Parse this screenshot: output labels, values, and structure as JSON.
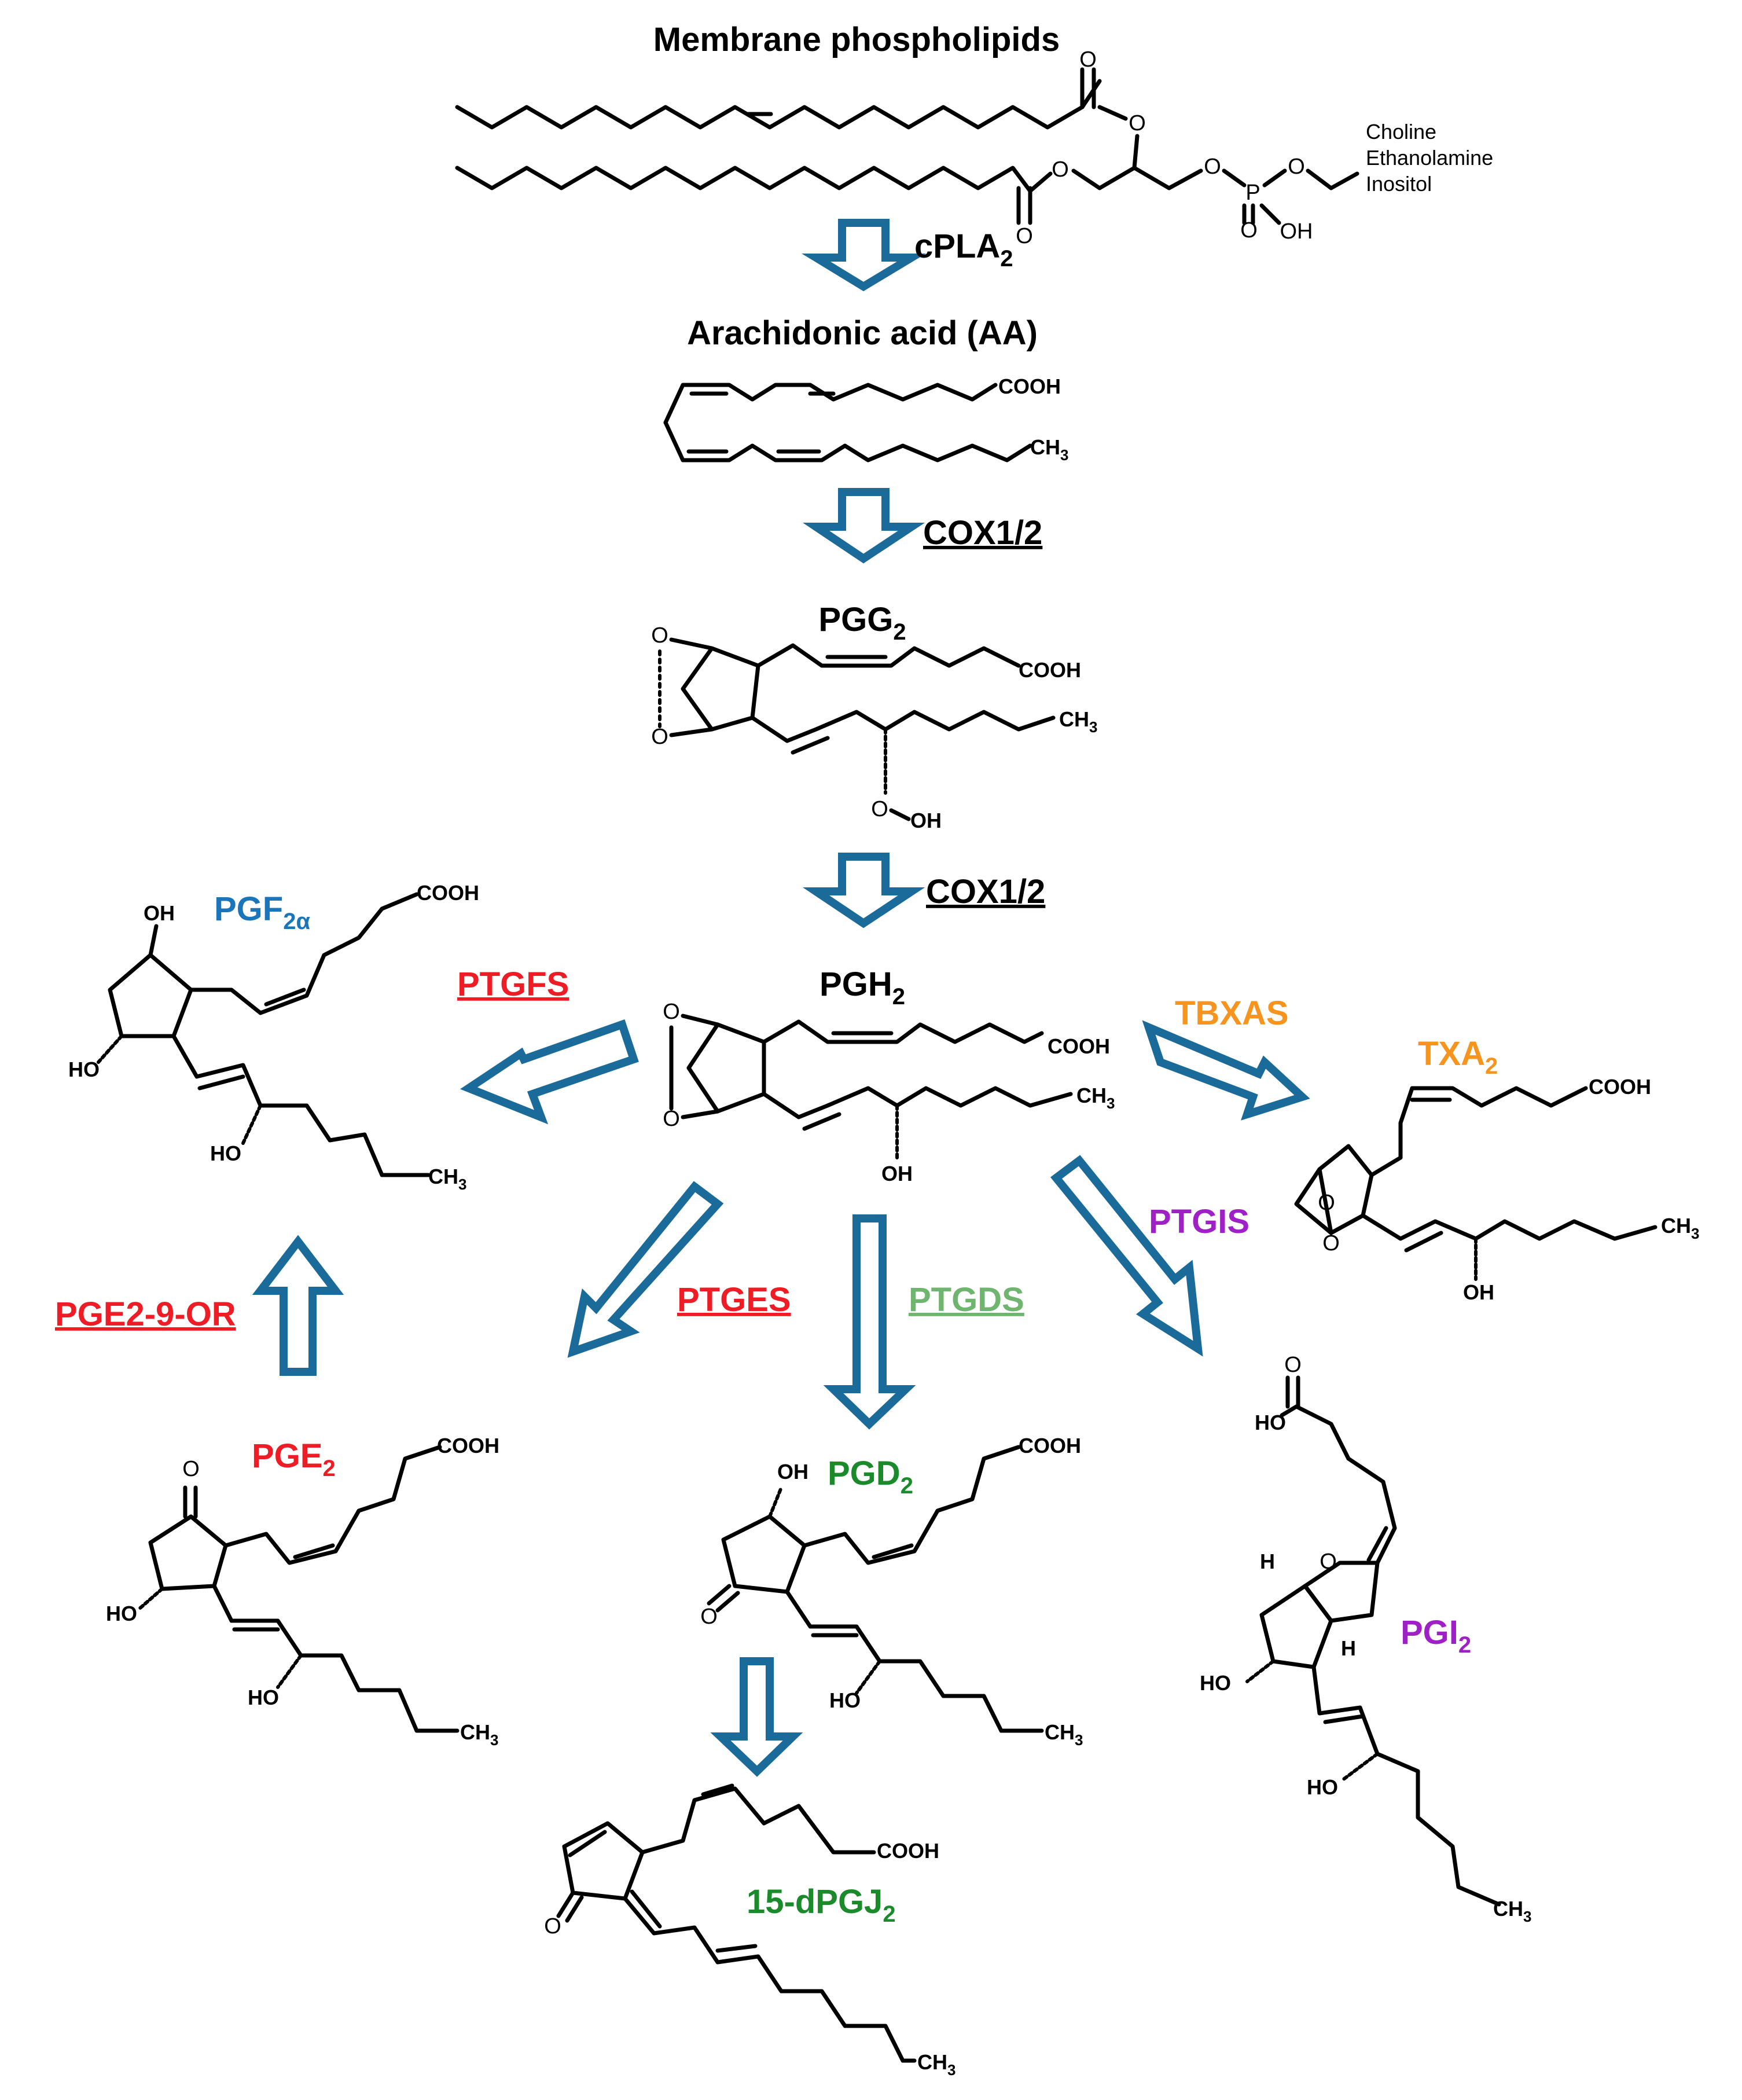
{
  "colors": {
    "arrow": "#1a6b99",
    "blue_label": "#1b75bb",
    "red_label": "#ee1c25",
    "orange_label": "#f7941d",
    "purple_label": "#a020c8",
    "green_label": "#1a8a2a",
    "lightgreen_label": "#6fb56f",
    "black": "#000000"
  },
  "compounds": {
    "membrane": "Membrane phospholipids",
    "aa": "Arachidonic acid (AA)",
    "pgg2": "PGG",
    "pgh2": "PGH",
    "pgf2a": "PGF",
    "txa2": "TXA",
    "pge2": "PGE",
    "pgd2": "PGD",
    "pgi2": "PGI",
    "dpgj2": "15-dPGJ",
    "sub2": "2",
    "sub2a": "2α"
  },
  "enzymes": {
    "cpla2": "cPLA",
    "cox_1": "COX1/2",
    "cox_2": "COX1/2",
    "ptgfs": "PTGFS",
    "tbxas": "TBXAS",
    "ptges": "PTGES",
    "ptgds": "PTGDS",
    "ptgis": "PTGIS",
    "pge2_9_or": "PGE2-9-OR"
  },
  "headgroups": [
    "Choline",
    "Ethanolamine",
    "Inositol"
  ],
  "atoms": {
    "o": "O",
    "oh": "OH",
    "ho": "HO",
    "h": "H",
    "p": "P",
    "cooh": "COOH",
    "ch3": "CH",
    "sub3": "3"
  }
}
